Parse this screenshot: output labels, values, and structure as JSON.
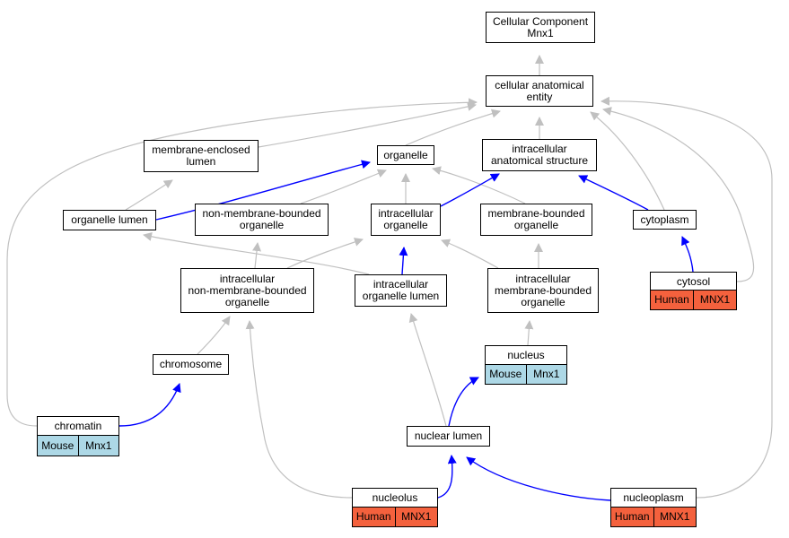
{
  "nodes": {
    "cc_mnx1": {
      "line1": "Cellular Component",
      "line2": "Mnx1"
    },
    "cae": {
      "line1": "cellular anatomical",
      "line2": "entity"
    },
    "mel": {
      "line1": "membrane-enclosed",
      "line2": "lumen"
    },
    "organelle": {
      "line1": "organelle"
    },
    "ias": {
      "line1": "intracellular",
      "line2": "anatomical structure"
    },
    "olumen": {
      "line1": "organelle lumen"
    },
    "nmbo": {
      "line1": "non-membrane-bounded",
      "line2": "organelle"
    },
    "io": {
      "line1": "intracellular",
      "line2": "organelle"
    },
    "mbo": {
      "line1": "membrane-bounded",
      "line2": "organelle"
    },
    "cytoplasm": {
      "line1": "cytoplasm"
    },
    "inmbo": {
      "line1": "intracellular",
      "line2": "non-membrane-bounded",
      "line3": "organelle"
    },
    "iol": {
      "line1": "intracellular",
      "line2": "organelle lumen"
    },
    "imbo": {
      "line1": "intracellular",
      "line2": "membrane-bounded",
      "line3": "organelle"
    },
    "cytosol": {
      "line1": "cytosol",
      "species": "Human",
      "gene": "MNX1"
    },
    "nucleus": {
      "line1": "nucleus",
      "species": "Mouse",
      "gene": "Mnx1"
    },
    "chromosome": {
      "line1": "chromosome"
    },
    "chromatin": {
      "line1": "chromatin",
      "species": "Mouse",
      "gene": "Mnx1"
    },
    "nlumen": {
      "line1": "nuclear lumen"
    },
    "nucleolus": {
      "line1": "nucleolus",
      "species": "Human",
      "gene": "MNX1"
    },
    "nucleoplasm": {
      "line1": "nucleoplasm",
      "species": "Human",
      "gene": "MNX1"
    }
  },
  "edges": [
    {
      "from": "cae",
      "to": "cc_mnx1",
      "kind": "is_a"
    },
    {
      "from": "mel",
      "to": "cae",
      "kind": "is_a"
    },
    {
      "from": "organelle",
      "to": "cae",
      "kind": "is_a"
    },
    {
      "from": "ias",
      "to": "cae",
      "kind": "is_a"
    },
    {
      "from": "cytoplasm",
      "to": "cae",
      "kind": "is_a"
    },
    {
      "from": "cytosol",
      "to": "cae",
      "kind": "is_a"
    },
    {
      "from": "nucleoplasm",
      "to": "cae",
      "kind": "is_a"
    },
    {
      "from": "chromatin",
      "to": "cae",
      "kind": "is_a"
    },
    {
      "from": "olumen",
      "to": "mel",
      "kind": "is_a"
    },
    {
      "from": "olumen",
      "to": "organelle",
      "kind": "part_of"
    },
    {
      "from": "nmbo",
      "to": "organelle",
      "kind": "is_a"
    },
    {
      "from": "io",
      "to": "organelle",
      "kind": "is_a"
    },
    {
      "from": "mbo",
      "to": "organelle",
      "kind": "is_a"
    },
    {
      "from": "io",
      "to": "ias",
      "kind": "part_of"
    },
    {
      "from": "cytoplasm",
      "to": "ias",
      "kind": "part_of"
    },
    {
      "from": "inmbo",
      "to": "nmbo",
      "kind": "is_a"
    },
    {
      "from": "inmbo",
      "to": "io",
      "kind": "is_a"
    },
    {
      "from": "iol",
      "to": "io",
      "kind": "part_of"
    },
    {
      "from": "iol",
      "to": "olumen",
      "kind": "is_a"
    },
    {
      "from": "imbo",
      "to": "io",
      "kind": "is_a"
    },
    {
      "from": "imbo",
      "to": "mbo",
      "kind": "is_a"
    },
    {
      "from": "cytosol",
      "to": "cytoplasm",
      "kind": "part_of"
    },
    {
      "from": "nucleus",
      "to": "imbo",
      "kind": "is_a"
    },
    {
      "from": "chromosome",
      "to": "inmbo",
      "kind": "is_a"
    },
    {
      "from": "chromatin",
      "to": "chromosome",
      "kind": "part_of"
    },
    {
      "from": "nlumen",
      "to": "iol",
      "kind": "is_a"
    },
    {
      "from": "nlumen",
      "to": "nucleus",
      "kind": "part_of"
    },
    {
      "from": "nucleolus",
      "to": "inmbo",
      "kind": "is_a"
    },
    {
      "from": "nucleolus",
      "to": "nlumen",
      "kind": "part_of"
    },
    {
      "from": "nucleoplasm",
      "to": "nlumen",
      "kind": "part_of"
    }
  ],
  "colors": {
    "is_a_edge": "#c0c0c0",
    "part_of_edge": "#0000ff",
    "mouse_fill": "#add8e6",
    "human_fill": "#f4613d"
  }
}
